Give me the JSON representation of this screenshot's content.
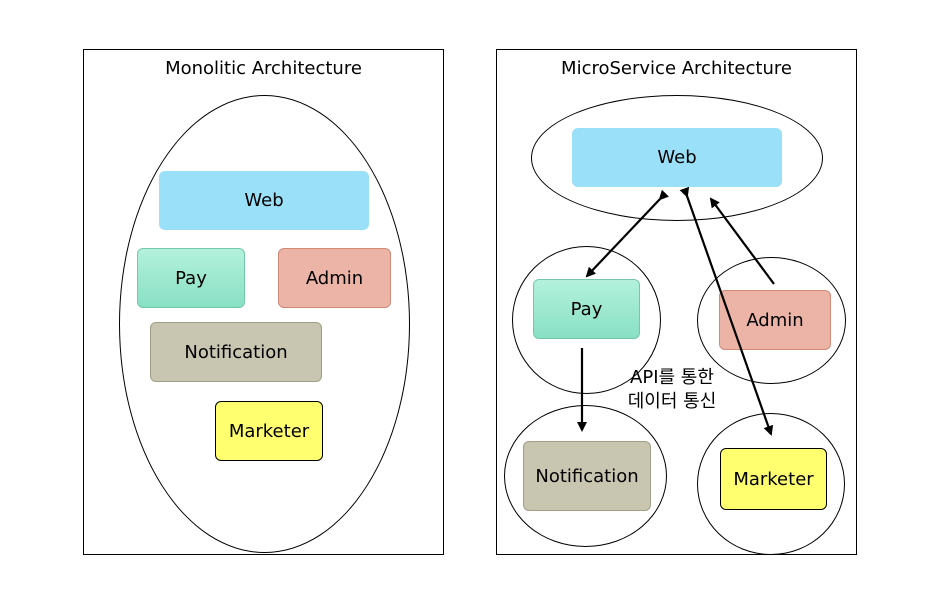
{
  "monolith": {
    "title": "Monolitic Architecture",
    "web": "Web",
    "pay": "Pay",
    "admin": "Admin",
    "notification": "Notification",
    "marketer": "Marketer"
  },
  "micro": {
    "title": "MicroService Architecture",
    "web": "Web",
    "pay": "Pay",
    "admin": "Admin",
    "notification": "Notification",
    "marketer": "Marketer",
    "note_line1": "API를 통한",
    "note_line2": "데이터 통신"
  },
  "colors": {
    "web": "#9ae0f8",
    "pay": "#a0ead2",
    "admin": "#ebb4a6",
    "notification": "#c8c6b0",
    "marketer": "#ffff70"
  }
}
